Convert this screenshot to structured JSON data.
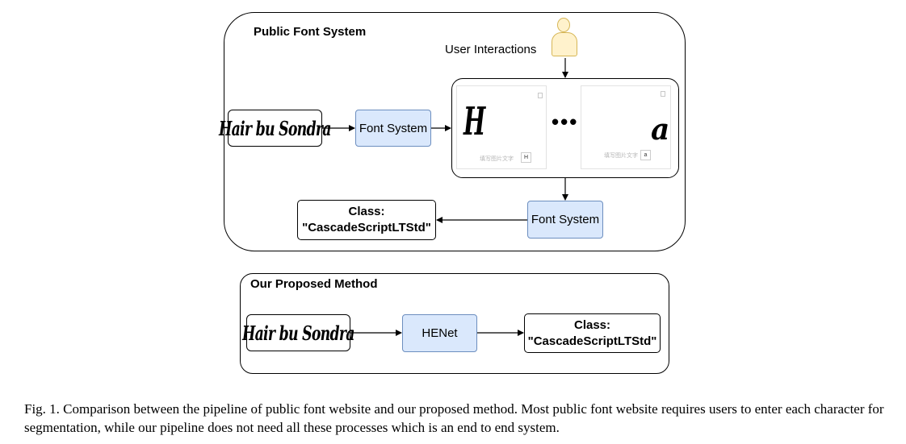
{
  "public_system": {
    "title": "Public Font System",
    "user_label": "User Interactions",
    "sample_text": "Hair bu Sondra",
    "font_system_top": "Font System",
    "font_system_bottom": "Font System",
    "char_panel_left": {
      "glyph": "H",
      "hint": "填写图片文字",
      "value": "H"
    },
    "char_panel_right": {
      "glyph": "a",
      "hint": "填写图片文字",
      "value": "a"
    },
    "ellipsis": "•••",
    "class_line1": "Class:",
    "class_line2": "\"CascadeScriptLTStd\""
  },
  "proposed": {
    "title": "Our Proposed Method",
    "sample_text": "Hair bu Sondra",
    "model": "HENet",
    "class_line1": "Class:",
    "class_line2": "\"CascadeScriptLTStd\""
  },
  "caption": {
    "text": "Fig. 1.  Comparison between the pipeline of public font website and our proposed method. Most public font website requires users to enter each character for segmentation, while our pipeline does not need all these processes which is an end to end system."
  },
  "colors": {
    "process_fill": "#dae8fc",
    "process_stroke": "#6c8ebf",
    "user_fill": "#fff2cc",
    "user_stroke": "#d6b656"
  },
  "icons": [
    "user-icon",
    "arrow-icon"
  ]
}
